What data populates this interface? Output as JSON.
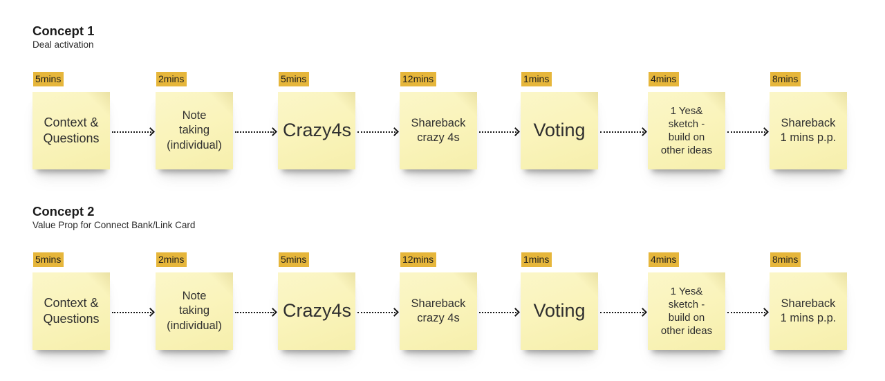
{
  "colors": {
    "background": "#FFFFFF",
    "note": "#FAF4BC",
    "duration_highlight": "#E6B63B",
    "note_text": "#2F2F2F",
    "arrow": "#151515",
    "heading_text": "#1C1C1C"
  },
  "concepts": [
    {
      "title": "Concept 1",
      "subtitle": "Deal activation",
      "steps": [
        {
          "duration": "5mins",
          "text": "Context &\nQuestions"
        },
        {
          "duration": "2mins",
          "text": "Note\ntaking\n(individual)"
        },
        {
          "duration": "5mins",
          "text": "Crazy4s"
        },
        {
          "duration": "12mins",
          "text": "Shareback\ncrazy 4s"
        },
        {
          "duration": "1mins",
          "text": "Voting"
        },
        {
          "duration": "4mins",
          "text": "1 Yes&\nsketch -\nbuild on\nother ideas"
        },
        {
          "duration": "8mins",
          "text": "Shareback\n1 mins p.p."
        }
      ]
    },
    {
      "title": "Concept 2",
      "subtitle": "Value Prop for Connect Bank/Link Card",
      "steps": [
        {
          "duration": "5mins",
          "text": "Context &\nQuestions"
        },
        {
          "duration": "2mins",
          "text": "Note\ntaking\n(individual)"
        },
        {
          "duration": "5mins",
          "text": "Crazy4s"
        },
        {
          "duration": "12mins",
          "text": "Shareback\ncrazy 4s"
        },
        {
          "duration": "1mins",
          "text": "Voting"
        },
        {
          "duration": "4mins",
          "text": "1 Yes&\nsketch -\nbuild on\nother ideas"
        },
        {
          "duration": "8mins",
          "text": "Shareback\n1 mins p.p."
        }
      ]
    }
  ]
}
